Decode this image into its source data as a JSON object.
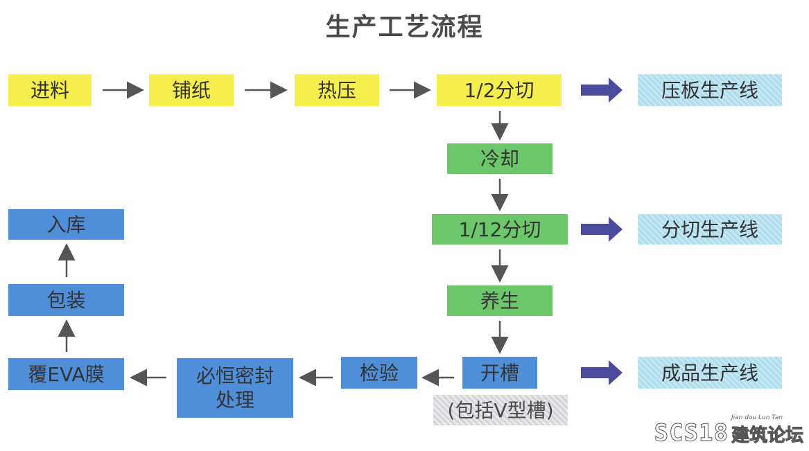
{
  "title": "生产工艺流程",
  "nodes": {
    "feed": "进料",
    "paper": "铺纸",
    "hotpress": "热压",
    "cut_half": "1/2分切",
    "press_line": "压板生产线",
    "cool": "冷却",
    "cut_twelfth": "1/12分切",
    "cut_line": "分切生产线",
    "cure": "养生",
    "groove": "开槽",
    "groove_note": "(包括V型槽)",
    "product_line": "成品生产线",
    "inspect": "检验",
    "seal_line1": "必恒密封",
    "seal_line2": "处理",
    "eva": "覆EVA膜",
    "pack": "包装",
    "store": "入库"
  },
  "colors": {
    "yellow": "#f5ee4d",
    "green": "#6cc66a",
    "blue": "#4f8fd9",
    "cyan": "#bfe6f3",
    "arrow": "#555555",
    "big_arrow": "#4b4b9e"
  },
  "watermark": {
    "main": "SCS18",
    "pinyin": "Jian dou Lun Tan",
    "cn": "建筑论坛"
  }
}
